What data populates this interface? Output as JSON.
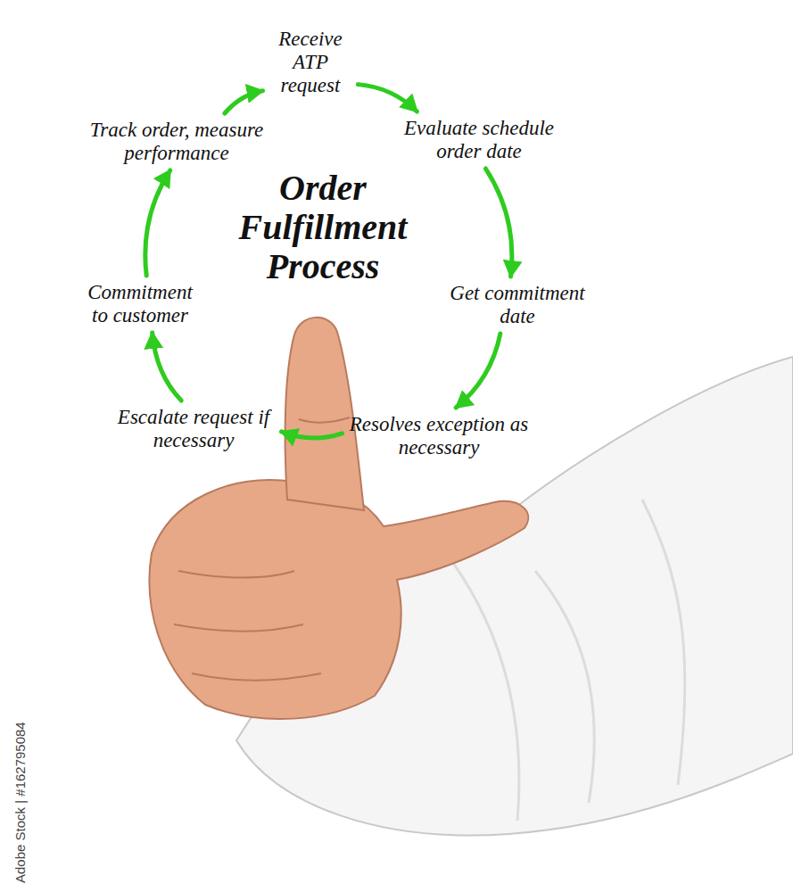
{
  "diagram": {
    "title": "Order Fulfillment Process",
    "nodes": [
      {
        "text": [
          "Receive ATP request"
        ]
      },
      {
        "text": [
          "Evaluate schedule order date"
        ]
      },
      {
        "text": [
          "Get commitment date"
        ]
      },
      {
        "text": [
          "Resolves exception as necessary"
        ]
      },
      {
        "text": [
          "Escalate request if necessary"
        ]
      },
      {
        "text": [
          "Commitment to customer"
        ]
      },
      {
        "text": [
          "Track order, measure performance"
        ]
      }
    ],
    "edges": [
      {
        "from": 0,
        "to": 1,
        "arrow": "to"
      },
      {
        "from": 1,
        "to": 2,
        "arrow": "to"
      },
      {
        "from": 2,
        "to": 3,
        "arrow": "to"
      },
      {
        "from": 3,
        "to": 4,
        "arrow": "to"
      },
      {
        "from": 4,
        "to": 5,
        "arrow": "to"
      },
      {
        "from": 5,
        "to": 6,
        "arrow": "to"
      },
      {
        "from": 6,
        "to": 0,
        "arrow": "to"
      }
    ],
    "labels": [
      "Adobe Stock | #162795084"
    ]
  }
}
